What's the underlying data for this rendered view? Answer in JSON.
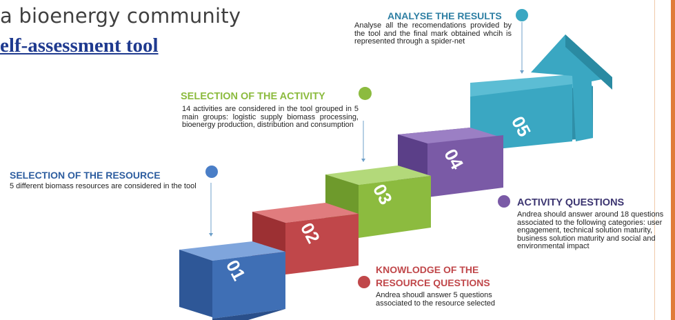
{
  "header": {
    "line1": "a bioenergy community",
    "line2": "elf-assessment tool"
  },
  "steps": [
    {
      "number": "01",
      "heading": "SELECTION OF THE RESOURCE",
      "desc": "5 different biomass resources are considered in the tool",
      "color": "#3f6fb5",
      "text_color": "#2d5d9f"
    },
    {
      "number": "02",
      "heading": "KNOWLODGE OF THE",
      "heading2": "RESOURCE QUESTIONS",
      "desc": "Andrea shoudl answer 5 questions associated to the resource selected",
      "color": "#c0474a",
      "text_color": "#c0474a"
    },
    {
      "number": "03",
      "heading": "SELECTION OF THE ACTIVITY",
      "desc": "14 activities are considered in the tool grouped in 5 main groups: logistic supply biomass processing, bioenergy production, distribution and consumption",
      "color": "#8cbb3f",
      "text_color": "#8cbb3f"
    },
    {
      "number": "04",
      "heading": "ACTIVITY QUESTIONS",
      "desc": "Andrea should answer around 18 questions associated to the following categories: user engagement, technical solution maturity, business solution maturity and social and environmental impact",
      "color": "#7a5aa6",
      "text_color": "#3b3470"
    },
    {
      "number": "05",
      "heading": "ANALYSE THE RESULTS",
      "desc": "Analyse all the recomendations provided by the tool and the final mark obtained whcih is represented through a spider-net",
      "color": "#3aa7c2",
      "text_color": "#2e7fa3"
    }
  ],
  "colors": {
    "accent_orange": "#e07b39",
    "title_blue": "#1f3a8f"
  }
}
